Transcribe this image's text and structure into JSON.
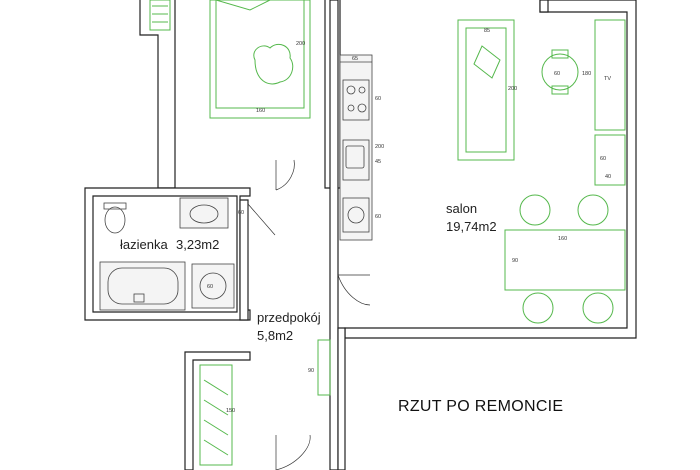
{
  "plan": {
    "title": "RZUT PO REMONCIE",
    "rooms": {
      "bathroom": {
        "name": "łazienka",
        "area": "3,23m2"
      },
      "hallway": {
        "name": "przedpokój",
        "area": "5,8m2"
      },
      "living": {
        "name": "salon",
        "area": "19,74m2"
      }
    },
    "labels": {
      "tv": "TV"
    },
    "dimensions": {
      "bed_width": "160",
      "bed_length": "200",
      "sofa_width": "85",
      "sofa_length": "200",
      "table_length": "160",
      "table_width": "90",
      "round_table": "60",
      "tv_cabinet": "180",
      "counter_depth": "65",
      "counter_a": "60",
      "counter_b": "60",
      "sink_a": "45",
      "sink_b": "200",
      "side_a": "60",
      "side_b": "40",
      "vanity": "60",
      "washer": "60",
      "wardrobe": "150",
      "hall_cabinet": "90"
    }
  }
}
